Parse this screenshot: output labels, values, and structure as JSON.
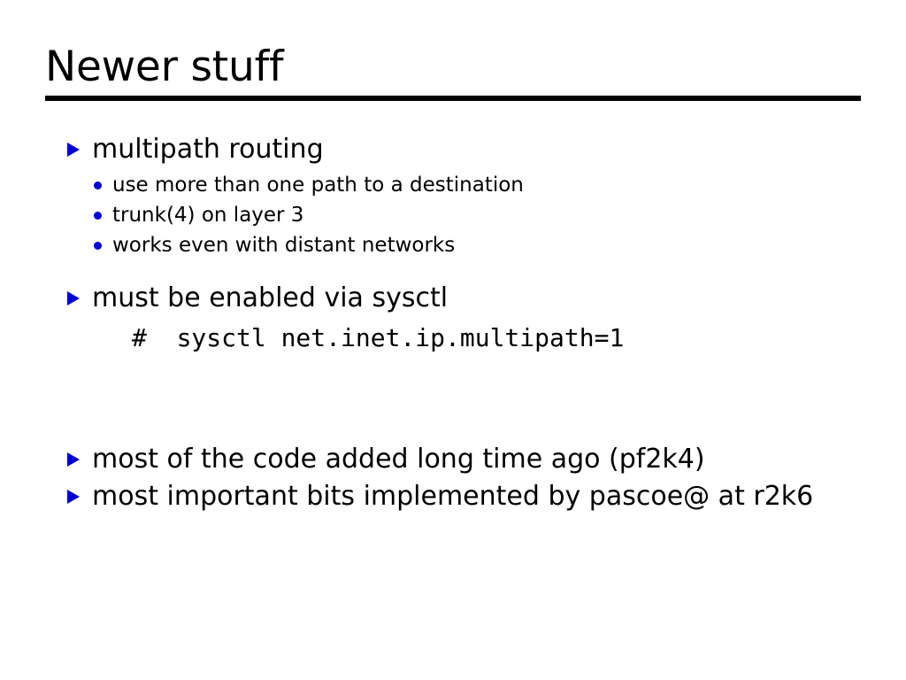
{
  "slide": {
    "title": "Newer stuff",
    "accent_color": "#0000d5",
    "text_color": "#000000",
    "background_color": "#ffffff",
    "rule_color": "#000000",
    "markers": {
      "level1": "blue-triangle-marker",
      "level2": "blue-dot-marker"
    },
    "groups": [
      {
        "heading": "multipath routing",
        "subitems": [
          "use more than one path to a destination",
          "trunk(4) on layer 3",
          "works even with distant networks"
        ]
      },
      {
        "heading": "must be enabled via sysctl",
        "code": "#  sysctl net.inet.ip.multipath=1"
      },
      {
        "heading": "most of the code added long time ago (pf2k4)"
      },
      {
        "heading": "most important bits implemented by pascoe@ at r2k6"
      }
    ]
  }
}
